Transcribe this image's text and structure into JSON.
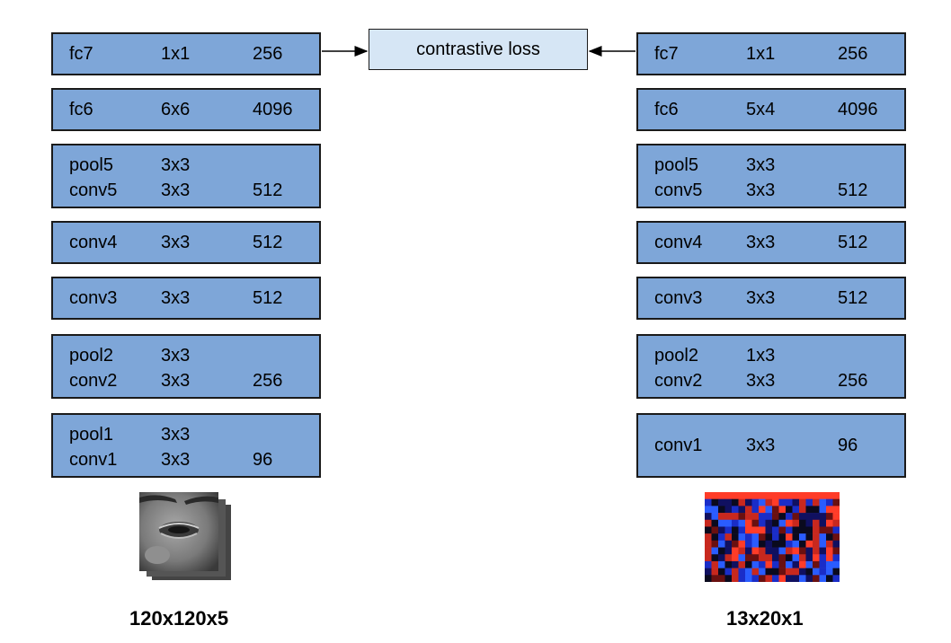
{
  "loss_label": "contrastive loss",
  "left_caption": "120x120x5",
  "right_caption": "13x20x1",
  "left_layers": [
    [
      {
        "name": "fc7",
        "size": "1x1",
        "ch": "256"
      }
    ],
    [
      {
        "name": "fc6",
        "size": "6x6",
        "ch": "4096"
      }
    ],
    [
      {
        "name": "pool5",
        "size": "3x3",
        "ch": ""
      },
      {
        "name": "conv5",
        "size": "3x3",
        "ch": "512"
      }
    ],
    [
      {
        "name": "conv4",
        "size": "3x3",
        "ch": "512"
      }
    ],
    [
      {
        "name": "conv3",
        "size": "3x3",
        "ch": "512"
      }
    ],
    [
      {
        "name": "pool2",
        "size": "3x3",
        "ch": ""
      },
      {
        "name": "conv2",
        "size": "3x3",
        "ch": "256"
      }
    ],
    [
      {
        "name": "pool1",
        "size": "3x3",
        "ch": ""
      },
      {
        "name": "conv1",
        "size": "3x3",
        "ch": "96"
      }
    ]
  ],
  "right_layers": [
    [
      {
        "name": "fc7",
        "size": "1x1",
        "ch": "256"
      }
    ],
    [
      {
        "name": "fc6",
        "size": "5x4",
        "ch": "4096"
      }
    ],
    [
      {
        "name": "pool5",
        "size": "3x3",
        "ch": ""
      },
      {
        "name": "conv5",
        "size": "3x3",
        "ch": "512"
      }
    ],
    [
      {
        "name": "conv4",
        "size": "3x3",
        "ch": "512"
      }
    ],
    [
      {
        "name": "conv3",
        "size": "3x3",
        "ch": "512"
      }
    ],
    [
      {
        "name": "pool2",
        "size": "1x3",
        "ch": ""
      },
      {
        "name": "conv2",
        "size": "3x3",
        "ch": "256"
      }
    ],
    [
      {
        "name": "conv1",
        "size": "3x3",
        "ch": "96"
      }
    ]
  ]
}
